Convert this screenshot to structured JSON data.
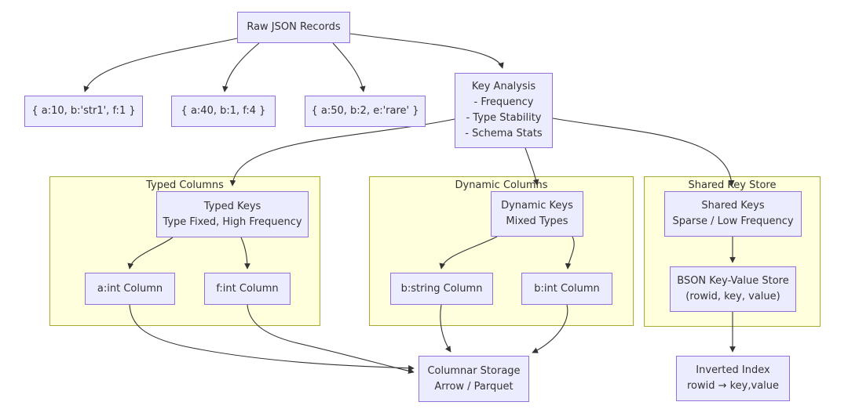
{
  "colors": {
    "background": "#FFFFFF",
    "node_fill": "#ECECFF",
    "node_border": "#9370DB",
    "cluster_fill": "#FFFFDE",
    "cluster_border": "#AAAA33",
    "edge": "#333333",
    "text": "#333333"
  },
  "clusters": {
    "typed_columns": {
      "label": "Typed Columns"
    },
    "dynamic_columns": {
      "label": "Dynamic Columns"
    },
    "shared_key_store": {
      "label": "Shared Key Store"
    }
  },
  "nodes": {
    "raw_json_records": {
      "lines": [
        "Raw JSON Records"
      ]
    },
    "record_1": {
      "lines": [
        "{ a:10, b:'str1', f:1 }"
      ]
    },
    "record_2": {
      "lines": [
        "{ a:40, b:1, f:4 }"
      ]
    },
    "record_3": {
      "lines": [
        "{ a:50, b:2, e:'rare' }"
      ]
    },
    "key_analysis": {
      "lines": [
        "Key Analysis",
        "- Frequency",
        "- Type Stability",
        "- Schema Stats"
      ]
    },
    "typed_keys": {
      "lines": [
        "Typed Keys",
        "Type Fixed, High Frequency"
      ]
    },
    "a_int_column": {
      "lines": [
        "a:int Column"
      ]
    },
    "f_int_column": {
      "lines": [
        "f:int Column"
      ]
    },
    "dynamic_keys": {
      "lines": [
        "Dynamic Keys",
        "Mixed Types"
      ]
    },
    "b_string_column": {
      "lines": [
        "b:string Column"
      ]
    },
    "b_int_column": {
      "lines": [
        "b:int Column"
      ]
    },
    "shared_keys": {
      "lines": [
        "Shared Keys",
        "Sparse / Low Frequency"
      ]
    },
    "bson_key_value_store": {
      "lines": [
        "BSON Key-Value Store",
        "(rowid, key, value)"
      ]
    },
    "columnar_storage": {
      "lines": [
        "Columnar Storage",
        "Arrow / Parquet"
      ]
    },
    "inverted_index": {
      "lines": [
        "Inverted Index",
        "rowid → key,value"
      ]
    }
  }
}
